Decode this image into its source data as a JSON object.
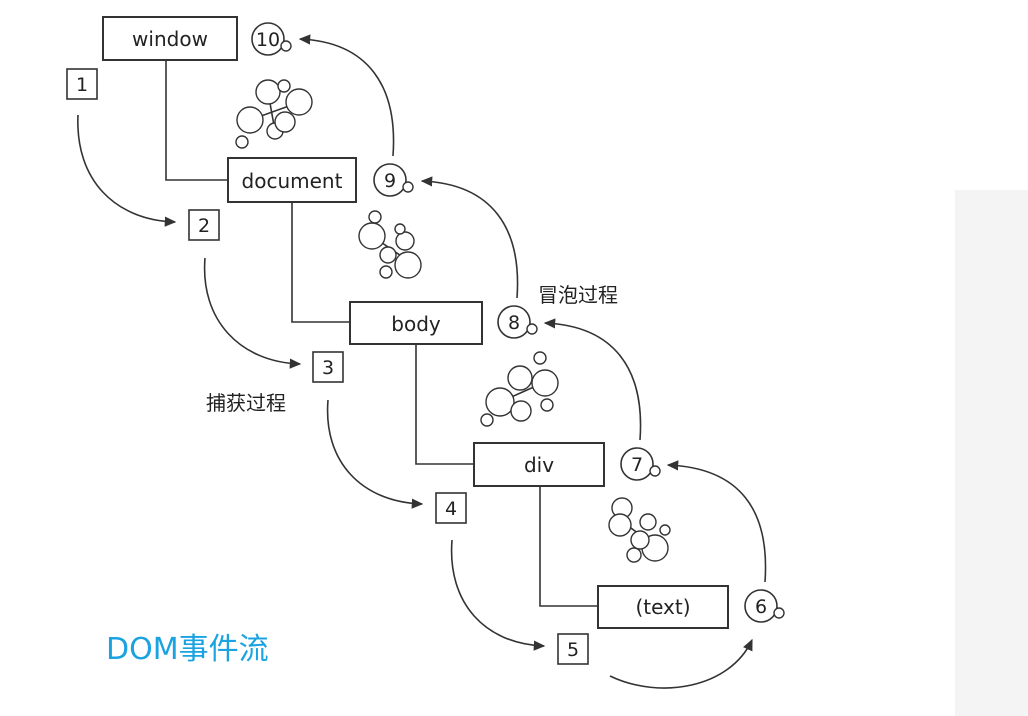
{
  "nodes": {
    "window": "window",
    "document": "document",
    "body": "body",
    "div": "div",
    "text": "(text)"
  },
  "capture_steps": [
    "1",
    "2",
    "3",
    "4",
    "5"
  ],
  "bubble_steps": [
    "6",
    "7",
    "8",
    "9",
    "10"
  ],
  "labels": {
    "capture": "捕获过程",
    "bubble": "冒泡过程"
  },
  "caption": "DOM事件流",
  "colors": {
    "caption": "#1aa3e0",
    "lines": "#333333"
  }
}
